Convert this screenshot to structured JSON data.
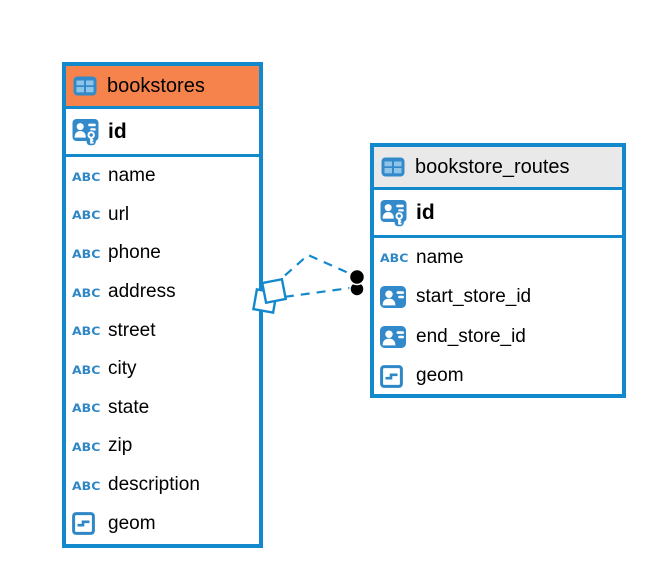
{
  "diagram": {
    "accent_color": "#1389cd",
    "text_color": "#000000",
    "background_color": "#ffffff"
  },
  "icons": {
    "table_icon": "table-grid",
    "primary_key_icon": "person-with-key",
    "foreign_key_icon": "person-badge",
    "geometry_icon": "polyline-in-box",
    "text_type_label": "ABC"
  },
  "tables": [
    {
      "title": "bookstores",
      "header_color": "#f6834b",
      "primary_key": {
        "name": "id"
      },
      "columns": [
        {
          "name": "name",
          "type_icon": "text-icon"
        },
        {
          "name": "url",
          "type_icon": "text-icon"
        },
        {
          "name": "phone",
          "type_icon": "text-icon"
        },
        {
          "name": "address",
          "type_icon": "text-icon"
        },
        {
          "name": "street",
          "type_icon": "text-icon"
        },
        {
          "name": "city",
          "type_icon": "text-icon"
        },
        {
          "name": "state",
          "type_icon": "text-icon"
        },
        {
          "name": "zip",
          "type_icon": "text-icon"
        },
        {
          "name": "description",
          "type_icon": "text-icon"
        },
        {
          "name": "geom",
          "type_icon": "geometry-icon"
        }
      ]
    },
    {
      "title": "bookstore_routes",
      "header_color": "#e9e9e9",
      "primary_key": {
        "name": "id"
      },
      "columns": [
        {
          "name": "name",
          "type_icon": "text-icon"
        },
        {
          "name": "start_store_id",
          "type_icon": "foreign-key-icon"
        },
        {
          "name": "end_store_id",
          "type_icon": "foreign-key-icon"
        },
        {
          "name": "geom",
          "type_icon": "geometry-icon"
        }
      ]
    }
  ],
  "relationships": {
    "style": "dashed",
    "count": 2,
    "from_table": "bookstores",
    "to_table": "bookstore_routes",
    "from_marker": "overlapping-squares",
    "to_marker": "filled-dots"
  }
}
